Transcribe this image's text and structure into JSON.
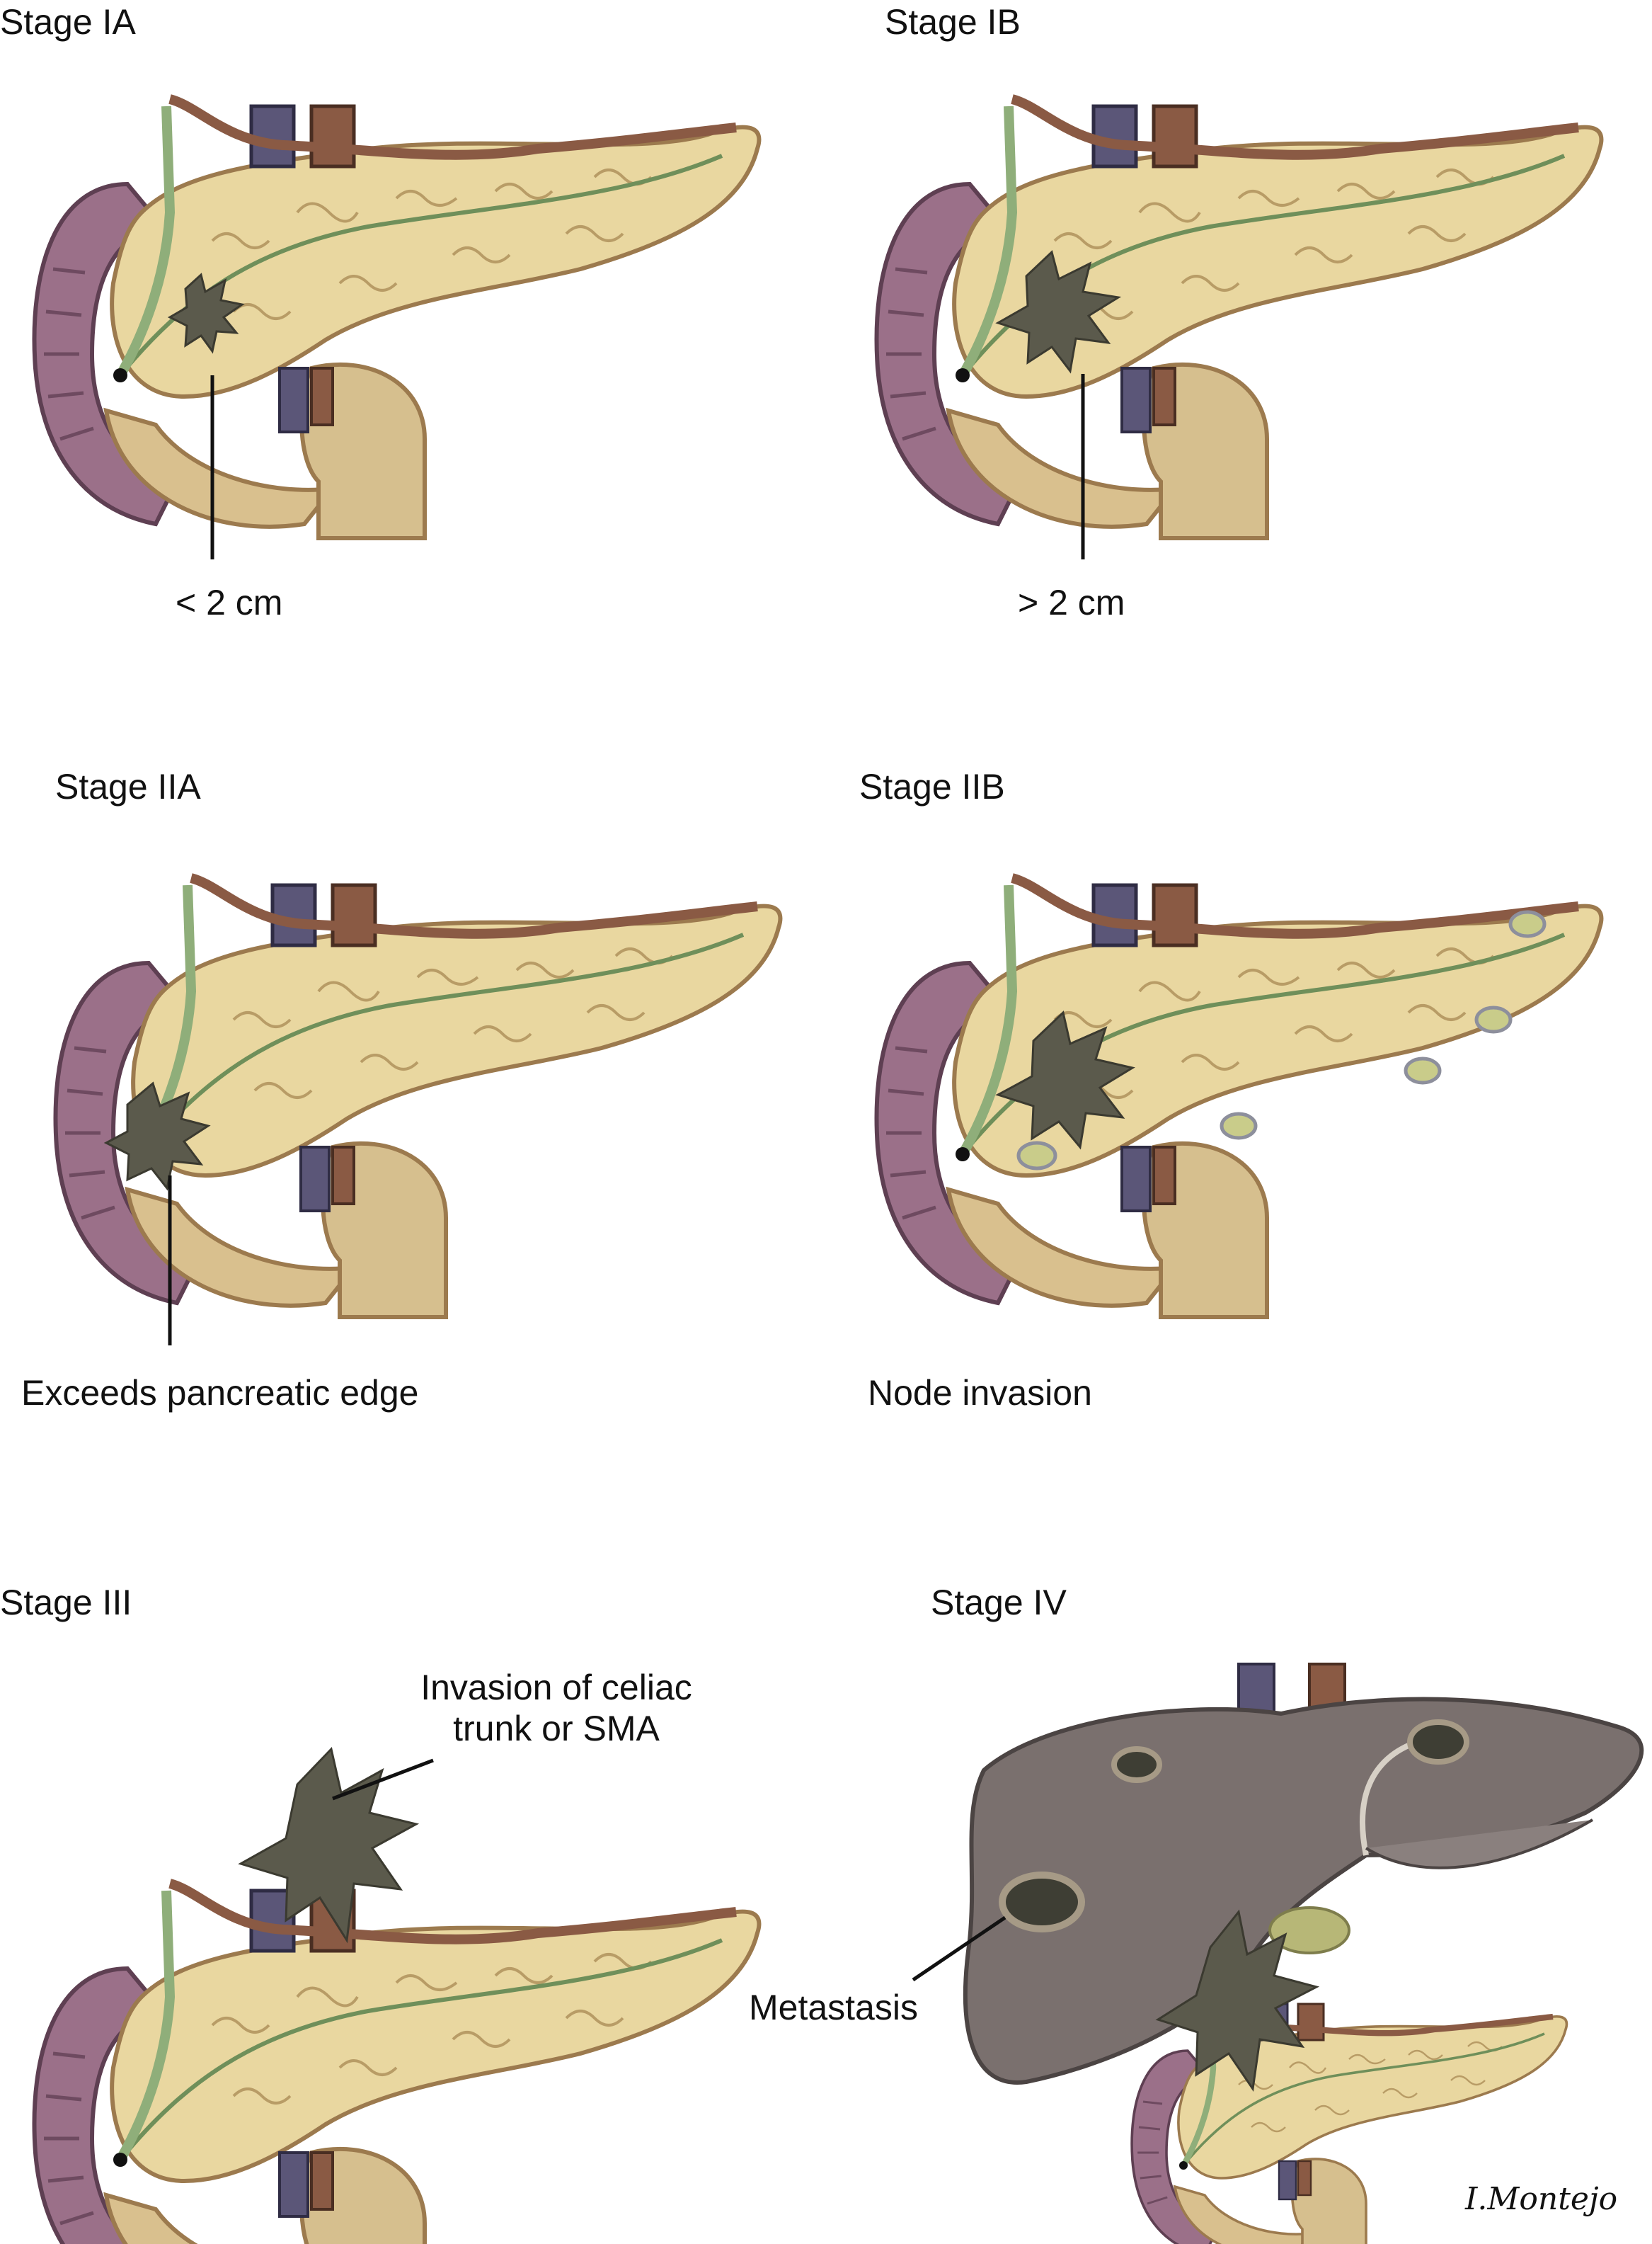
{
  "stages": {
    "ia": {
      "title": "Stage IA",
      "note": "< 2 cm"
    },
    "ib": {
      "title": "Stage IB",
      "note": "> 2 cm"
    },
    "iia": {
      "title": "Stage IIA",
      "note": "Exceeds pancreatic edge"
    },
    "iib": {
      "title": "Stage IIB",
      "note": "Node invasion"
    },
    "iii": {
      "title": "Stage III",
      "note_line1": "Invasion of celiac",
      "note_line2": "trunk or SMA"
    },
    "iv": {
      "title": "Stage IV",
      "note": "Metastasis"
    }
  },
  "signature": "I.Montejo",
  "colors": {
    "pancreas": "#e9d7a0",
    "pancreas_outline": "#9c7a4e",
    "duodenum": "#9b7089",
    "vein": "#5b5678",
    "artery": "#8a5a44",
    "duct": "#6f8f5a",
    "tumor": "#5b5a4c",
    "liver": "#7a706e",
    "node": "#c9cc8a",
    "gallbladder": "#b7b777"
  }
}
